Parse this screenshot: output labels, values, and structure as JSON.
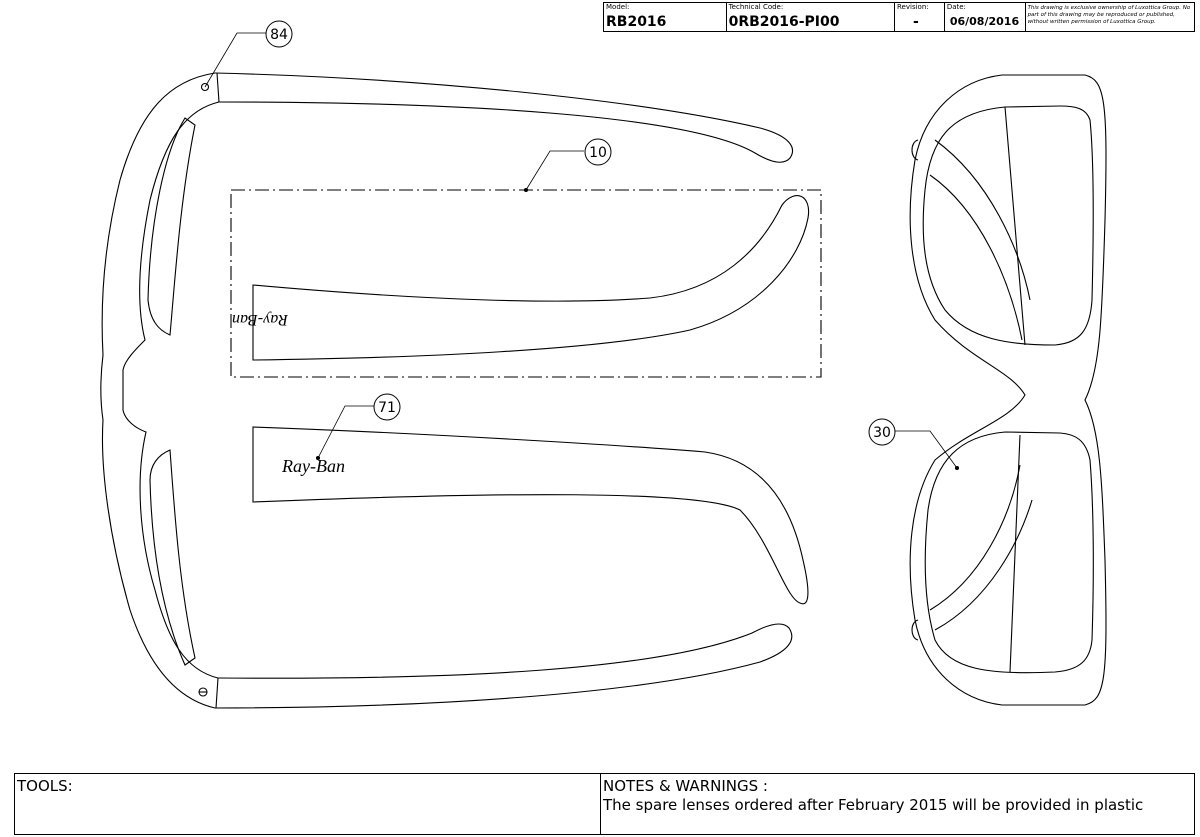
{
  "title_block": {
    "model_label": "Model:",
    "model_value": "RB2016",
    "tech_label": "Technical Code:",
    "tech_value": "0RB2016-PI00",
    "revision_label": "Revision:",
    "revision_value": "-",
    "date_label": "Date:",
    "date_value": "06/08/2016",
    "ownership_text": "This drawing is exclusive ownership of Luxottica Group. No part of this drawing may be reproduced or published, without written permission of Luxottica Group."
  },
  "callouts": {
    "c84": "84",
    "c10": "10",
    "c71": "71",
    "c30": "30"
  },
  "temple_logo": "Ray-Ban",
  "bottom": {
    "tools_label": "TOOLS:",
    "notes_label": "NOTES & WARNINGS :",
    "notes_text": "The spare lenses ordered after February 2015 will be provided in plastic"
  }
}
